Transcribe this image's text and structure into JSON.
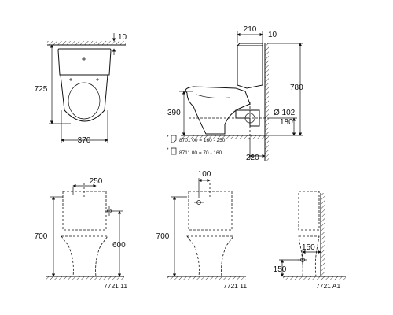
{
  "top_view": {
    "dim_width": "370",
    "dim_depth": "725",
    "dim_wall_gap": "10"
  },
  "side_view": {
    "dim_tank_depth": "210",
    "dim_wall_gap": "10",
    "dim_total_height": "780",
    "dim_seat_height": "390",
    "dim_pipe_diameter": "Ø 102",
    "dim_outlet_height": "180",
    "dim_outlet_distance": "220",
    "accessory_1": "8701 00 = 160 - 250",
    "accessory_2": "8711 00 = 70 - 160",
    "footnote_marker": "*"
  },
  "front_view_1": {
    "dim_tank_width": "250",
    "dim_height": "700",
    "dim_inlet_height": "600",
    "code": "7721 11"
  },
  "front_view_2": {
    "dim_inlet_offset": "100",
    "dim_height": "700",
    "code": "7721 11"
  },
  "front_view_3": {
    "dim_inlet_offset": "150",
    "dim_inlet_height": "150",
    "code": "7721 A1"
  }
}
